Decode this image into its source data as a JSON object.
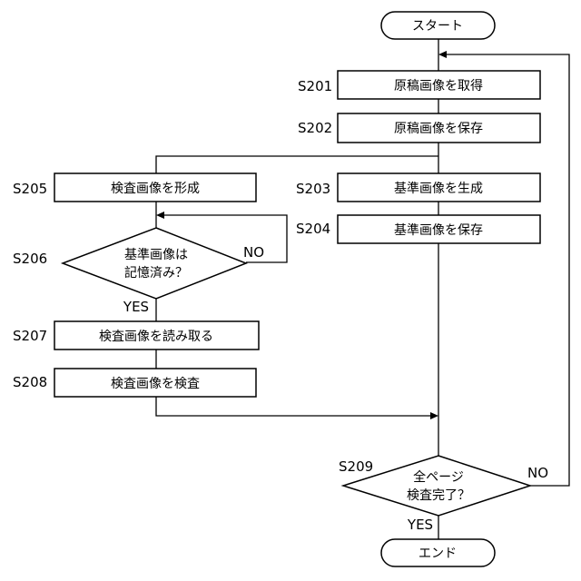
{
  "terminals": {
    "start": "スタート",
    "end": "エンド"
  },
  "steps": {
    "s201": {
      "id": "S201",
      "label": "原稿画像を取得"
    },
    "s202": {
      "id": "S202",
      "label": "原稿画像を保存"
    },
    "s203": {
      "id": "S203",
      "label": "基準画像を生成"
    },
    "s204": {
      "id": "S204",
      "label": "基準画像を保存"
    },
    "s205": {
      "id": "S205",
      "label": "検査画像を形成"
    },
    "s207": {
      "id": "S207",
      "label": "検査画像を読み取る"
    },
    "s208": {
      "id": "S208",
      "label": "検査画像を検査"
    }
  },
  "decisions": {
    "s206": {
      "id": "S206",
      "line1": "基準画像は",
      "line2": "記憶済み？",
      "no": "NO",
      "yes": "YES"
    },
    "s209": {
      "id": "S209",
      "line1": "全ページ",
      "line2": "検査完了？",
      "no": "NO",
      "yes": "YES"
    }
  }
}
